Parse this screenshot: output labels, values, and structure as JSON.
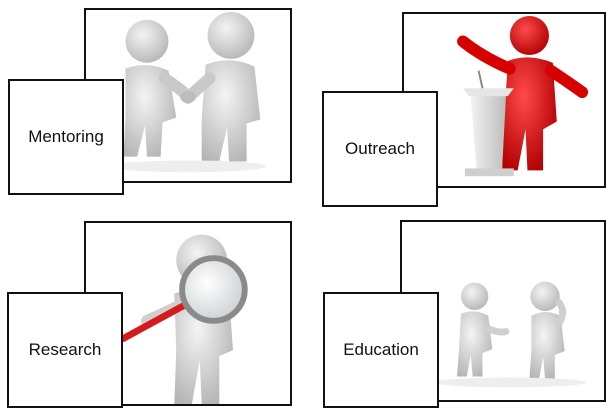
{
  "tiles": [
    {
      "label": "Mentoring",
      "illustration": "handshake-figures"
    },
    {
      "label": "Outreach",
      "illustration": "red-figure-at-podium"
    },
    {
      "label": "Research",
      "illustration": "figure-with-magnifying-glass"
    },
    {
      "label": "Education",
      "illustration": "two-thinking-figures"
    }
  ],
  "colors": {
    "figure": "#d9d9d9",
    "figure_shade": "#b8b8b8",
    "red_figure": "#e00000",
    "border": "#111111"
  }
}
